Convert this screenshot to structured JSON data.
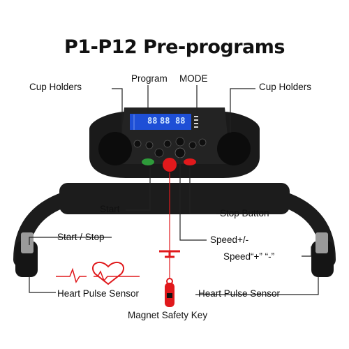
{
  "title": "P1-P12 Pre-programs",
  "labels": {
    "cup_left": "Cup Holders",
    "cup_right": "Cup Holders",
    "program": "Program",
    "mode": "MODE",
    "start": "Start",
    "stop_button": "Stop Button",
    "start_stop": "Start / Stop",
    "speed_pm": "Speed+/-",
    "speed_quoted": "Speed“+” “-”",
    "heart_left": "Heart Pulse Sensor",
    "heart_right": "Heart Pulse Sensor",
    "safety_key": "Magnet Safety Key"
  },
  "display": {
    "readout_1": "88",
    "readout_2": "88",
    "readout_3": "88"
  },
  "colors": {
    "console": "#1a1a1a",
    "lcd": "#1e4fd6",
    "accent_red": "#e0191c",
    "start_green": "#2e9b3a"
  },
  "icons": [
    "heart-icon",
    "heartbeat-line-icon",
    "safety-key-icon"
  ]
}
